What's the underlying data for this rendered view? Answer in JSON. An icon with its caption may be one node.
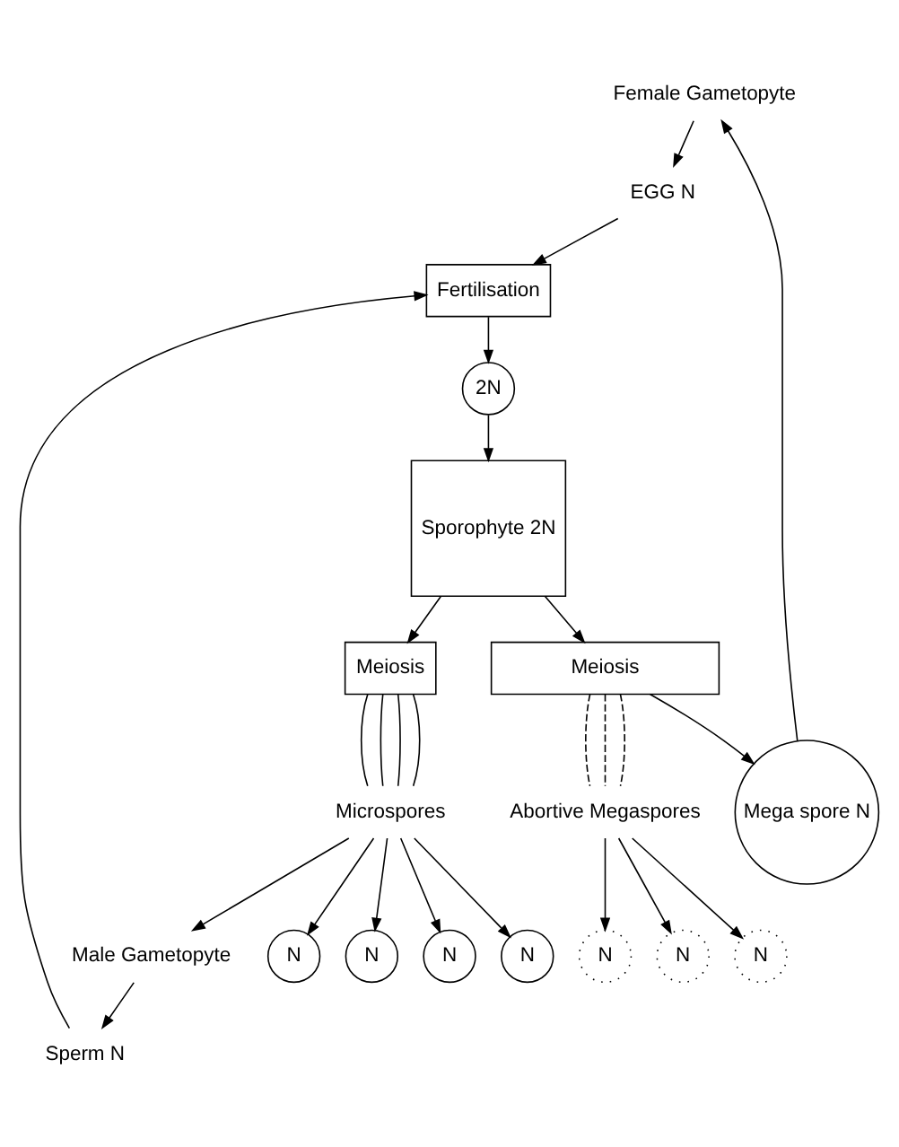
{
  "diagram": {
    "nodes": [
      {
        "text": [
          "Female Gametopyte"
        ]
      },
      {
        "text": [
          "Male Gametopyte"
        ]
      },
      {
        "text": [
          "EGG N"
        ]
      },
      {
        "text": [
          "Sperm N"
        ]
      },
      {
        "text": [
          "Fertilisation"
        ]
      },
      {
        "text": [
          "2N"
        ]
      },
      {
        "text": [
          "Sporophyte 2N"
        ]
      },
      {
        "text": [
          "Meiosis"
        ]
      },
      {
        "text": [
          "Microspores"
        ]
      },
      {
        "text": [
          "N"
        ]
      },
      {
        "text": [
          "N"
        ]
      },
      {
        "text": [
          "N"
        ]
      },
      {
        "text": [
          "N"
        ]
      },
      {
        "text": [
          "Meiosis"
        ]
      },
      {
        "text": [
          "Abortive Megaspores"
        ]
      },
      {
        "text": [
          "N"
        ]
      },
      {
        "text": [
          "N"
        ]
      },
      {
        "text": [
          "N"
        ]
      },
      {
        "text": [
          "Mega spore N"
        ]
      }
    ],
    "edges": [
      {
        "from": 0,
        "to": 2,
        "arrow": "to"
      },
      {
        "from": 1,
        "to": 3,
        "arrow": "to"
      },
      {
        "from": 2,
        "to": 4,
        "arrow": "to"
      },
      {
        "from": 3,
        "to": 4,
        "arrow": "to"
      },
      {
        "from": 4,
        "to": 5,
        "arrow": "to"
      },
      {
        "from": 5,
        "to": 6,
        "arrow": "to"
      },
      {
        "from": 6,
        "to": 7,
        "arrow": "to"
      },
      {
        "from": 7,
        "to": 8,
        "arrow": "none"
      },
      {
        "from": 7,
        "to": 8,
        "arrow": "none"
      },
      {
        "from": 7,
        "to": 8,
        "arrow": "none"
      },
      {
        "from": 7,
        "to": 8,
        "arrow": "none"
      },
      {
        "from": 8,
        "to": 9,
        "arrow": "to"
      },
      {
        "from": 8,
        "to": 10,
        "arrow": "to"
      },
      {
        "from": 8,
        "to": 11,
        "arrow": "to"
      },
      {
        "from": 8,
        "to": 12,
        "arrow": "to"
      },
      {
        "from": 8,
        "to": 1,
        "arrow": "to"
      },
      {
        "from": 6,
        "to": 13,
        "arrow": "to"
      },
      {
        "from": 13,
        "to": 14,
        "arrow": "none",
        "style": "dashed"
      },
      {
        "from": 13,
        "to": 14,
        "arrow": "none",
        "style": "dashed"
      },
      {
        "from": 13,
        "to": 14,
        "arrow": "none",
        "style": "dashed"
      },
      {
        "from": 14,
        "to": 15,
        "arrow": "to"
      },
      {
        "from": 14,
        "to": 16,
        "arrow": "to"
      },
      {
        "from": 14,
        "to": 17,
        "arrow": "to"
      },
      {
        "from": 13,
        "to": 18,
        "arrow": "to"
      },
      {
        "from": 18,
        "to": 0,
        "arrow": "to"
      }
    ]
  }
}
